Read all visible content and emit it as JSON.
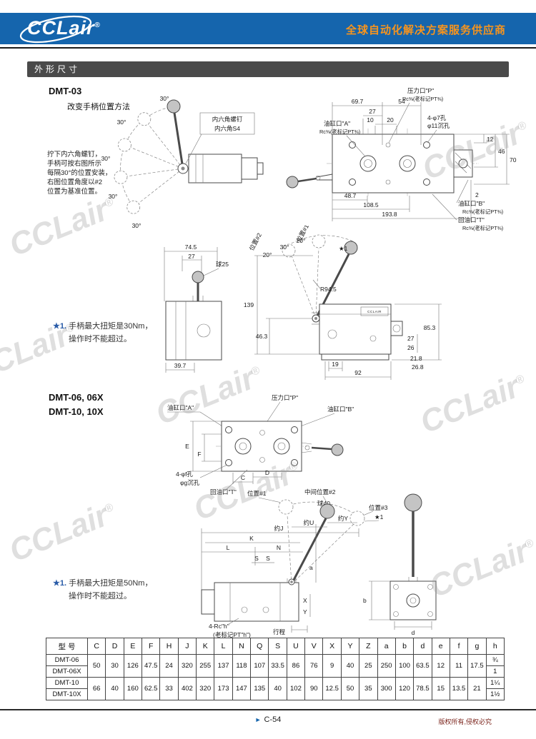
{
  "header": {
    "logo": "CCLair",
    "reg": "®",
    "slogan": "全球自动化解决方案服务供应商"
  },
  "section": {
    "title": "外形尺寸"
  },
  "watermark": "CCLair",
  "wm_reg": "®",
  "dmt03": {
    "heading": "DMT-03",
    "method_title": "改变手柄位置方法",
    "angle30": "30°",
    "a20": "20°",
    "screw1": "内六角螺钉",
    "screw2": "内六角S4",
    "desc1": "拧下内六角螺钉，",
    "desc2": "手柄可按右图所示",
    "desc3": "每隔30°的位置安装，",
    "desc4": "右图位置角度以#2",
    "desc5": "位置为基准位置。",
    "portP": "压力口\"P\"",
    "portA": "油缸口\"A\"",
    "portB": "油缸口\"B\"",
    "portT": "回油口\"T\"",
    "rc38": "Rc⅜(老标记PT⅜)",
    "holes7": "4-φ7孔",
    "holes11": "φ11沉孔",
    "d697": "69.7",
    "d54": "54",
    "d27": "27",
    "d10": "10",
    "d20": "20",
    "d12": "12",
    "d46": "46",
    "d70": "70",
    "d2": "2",
    "d487": "48.7",
    "d1085": "108.5",
    "d1938": "193.8",
    "d745": "74.5",
    "ball25": "球25",
    "d397": "39.7",
    "pos1": "位置#1",
    "pos2": "位置#2",
    "star1": "★1",
    "r945": "R94.5",
    "d139": "139",
    "d463": "46.3",
    "d19": "19",
    "d92": "92",
    "d218": "21.8",
    "d268": "26.8",
    "d26": "26",
    "d853": "85.3",
    "brand": "CCLAIR",
    "note_star": "★1.",
    "note_l1": "手柄最大扭矩是30Nm，",
    "note_l2": "操作时不能超过。"
  },
  "dmt06": {
    "heading1": "DMT-06, 06X",
    "heading2": "DMT-10, 10X",
    "portP": "压力口\"P\"",
    "portA": "油缸口\"A\"",
    "portB": "油缸口\"B\"",
    "portT": "回油口\"T\"",
    "holesf": "4-φf孔",
    "holesg": "φg沉孔",
    "dimE": "E",
    "dimF": "F",
    "dimC": "C",
    "dimD": "D",
    "pos1": "位置#1",
    "pos2": "中间位置#2",
    "pos3": "位置#3",
    "ball40": "球40",
    "star1": "★1",
    "aboutJ": "约J",
    "aboutU": "约U",
    "aboutY": "约Y",
    "dimK": "K",
    "dimL": "L",
    "dimN": "N",
    "dimS": "S",
    "dima": "a",
    "dimb": "b",
    "dimd": "d",
    "dimX": "X",
    "dimY": "Y",
    "thread1": "4-Rc\"h\"",
    "thread2": "(老标记PT\"h\")",
    "strokeLbl": "行程",
    "note_star": "★1.",
    "note_l1": "手柄最大扭矩是50Nm，",
    "note_l2": "操作时不能超过。"
  },
  "table": {
    "headers": [
      "型 号",
      "C",
      "D",
      "E",
      "F",
      "H",
      "J",
      "K",
      "L",
      "N",
      "Q",
      "S",
      "U",
      "V",
      "X",
      "Y",
      "Z",
      "a",
      "b",
      "d",
      "e",
      "f",
      "g",
      "h"
    ],
    "models": [
      "DMT-06",
      "DMT-06X",
      "DMT-10",
      "DMT-10X"
    ],
    "h_values": [
      "¾",
      "1",
      "1¼",
      "1½"
    ],
    "groups": [
      [
        "50",
        "30",
        "126",
        "47.5",
        "24",
        "320",
        "255",
        "137",
        "118",
        "107",
        "33.5",
        "86",
        "76",
        "9",
        "40",
        "25",
        "250",
        "100",
        "63.5",
        "12",
        "11",
        "17.5"
      ],
      [
        "66",
        "40",
        "160",
        "62.5",
        "33",
        "402",
        "320",
        "173",
        "147",
        "135",
        "40",
        "102",
        "90",
        "12.5",
        "50",
        "35",
        "300",
        "120",
        "78.5",
        "15",
        "13.5",
        "21"
      ]
    ]
  },
  "footer": {
    "page": "C-54",
    "copyright": "版权所有,侵权必究"
  }
}
